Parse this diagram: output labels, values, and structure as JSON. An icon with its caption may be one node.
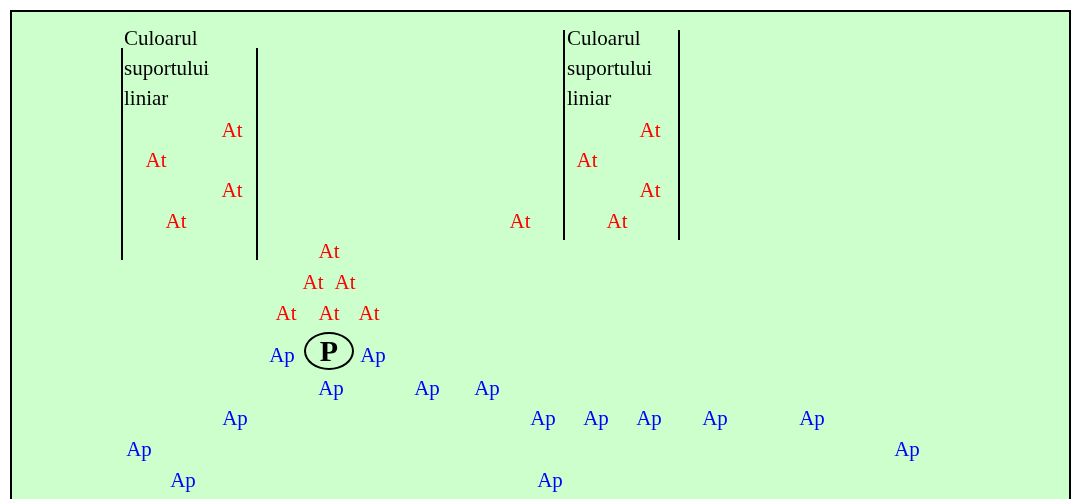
{
  "diagram": {
    "nodes": [
      {
        "text": [
          "P"
        ]
      }
    ],
    "labels": [
      "Culoarul suportului liniar",
      "Culoarul suportului liniar",
      "At",
      "At",
      "At",
      "At",
      "At",
      "At",
      "At",
      "At",
      "At",
      "At",
      "At",
      "At",
      "At",
      "At",
      "At",
      "Ap",
      "Ap",
      "Ap",
      "Ap",
      "Ap",
      "Ap",
      "Ap",
      "Ap",
      "Ap",
      "Ap",
      "Ap",
      "Ap",
      "Ap",
      "Ap",
      "Ap"
    ]
  }
}
